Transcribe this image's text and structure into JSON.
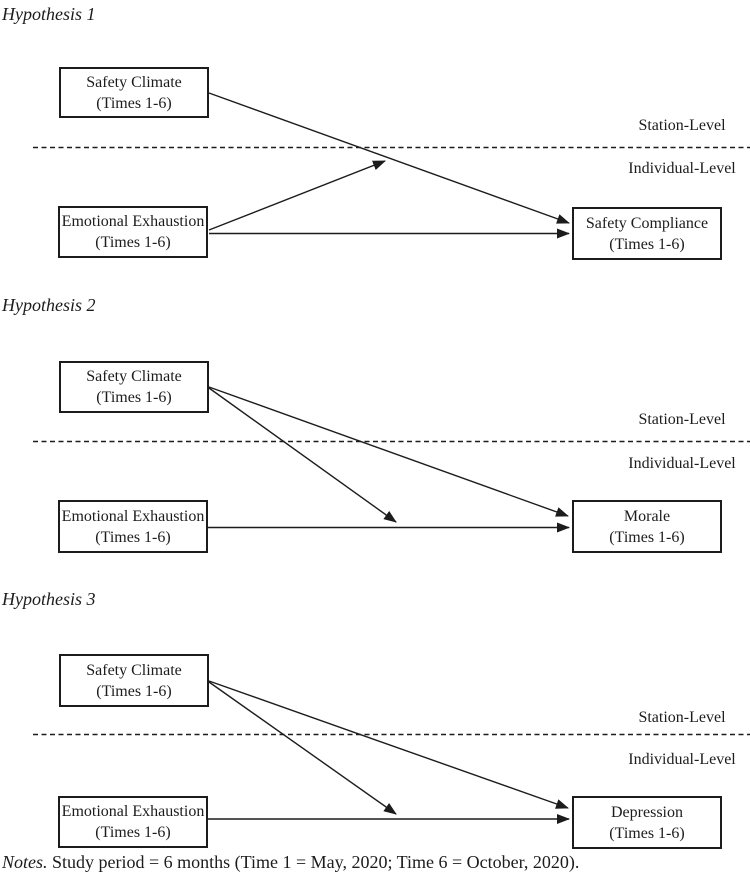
{
  "page": {
    "background_color": "#ffffff",
    "ink_color": "#1c1c1c"
  },
  "panels": [
    {
      "title": "Hypothesis 1",
      "station_label": "Station-Level",
      "individual_label": "Individual-Level",
      "boxes": {
        "station_predictor": {
          "line1": "Safety Climate",
          "line2": "(Times 1-6)"
        },
        "individual_predictor": {
          "line1": "Emotional Exhaustion",
          "line2": "(Times 1-6)"
        },
        "outcome": {
          "line1": "Safety Compliance",
          "line2": "(Times 1-6)"
        }
      },
      "arrows": [
        "Safety Climate -> Safety Compliance (cross-level direct)",
        "Emotional Exhaustion -> path of Safety Climate arrow (moderation)",
        "Emotional Exhaustion -> Safety Compliance (direct)"
      ]
    },
    {
      "title": "Hypothesis 2",
      "station_label": "Station-Level",
      "individual_label": "Individual-Level",
      "boxes": {
        "station_predictor": {
          "line1": "Safety Climate",
          "line2": "(Times 1-6)"
        },
        "individual_predictor": {
          "line1": "Emotional Exhaustion",
          "line2": "(Times 1-6)"
        },
        "outcome": {
          "line1": "Morale",
          "line2": "(Times 1-6)"
        }
      },
      "arrows": [
        "Safety Climate -> Morale (cross-level direct)",
        "Safety Climate -> path of Emotional Exhaustion arrow (moderation)",
        "Emotional Exhaustion -> Morale (direct)"
      ]
    },
    {
      "title": "Hypothesis 3",
      "station_label": "Station-Level",
      "individual_label": "Individual-Level",
      "boxes": {
        "station_predictor": {
          "line1": "Safety Climate",
          "line2": "(Times 1-6)"
        },
        "individual_predictor": {
          "line1": "Emotional Exhaustion",
          "line2": "(Times 1-6)"
        },
        "outcome": {
          "line1": "Depression",
          "line2": "(Times 1-6)"
        }
      },
      "arrows": [
        "Safety Climate -> Depression (cross-level direct)",
        "Safety Climate -> path of Emotional Exhaustion arrow (moderation)",
        "Emotional Exhaustion -> Depression (direct)"
      ]
    }
  ],
  "notes": {
    "prefix": "Notes.",
    "body": " Study period = 6 months (Time 1 = May, 2020; Time 6 = October, 2020)."
  }
}
